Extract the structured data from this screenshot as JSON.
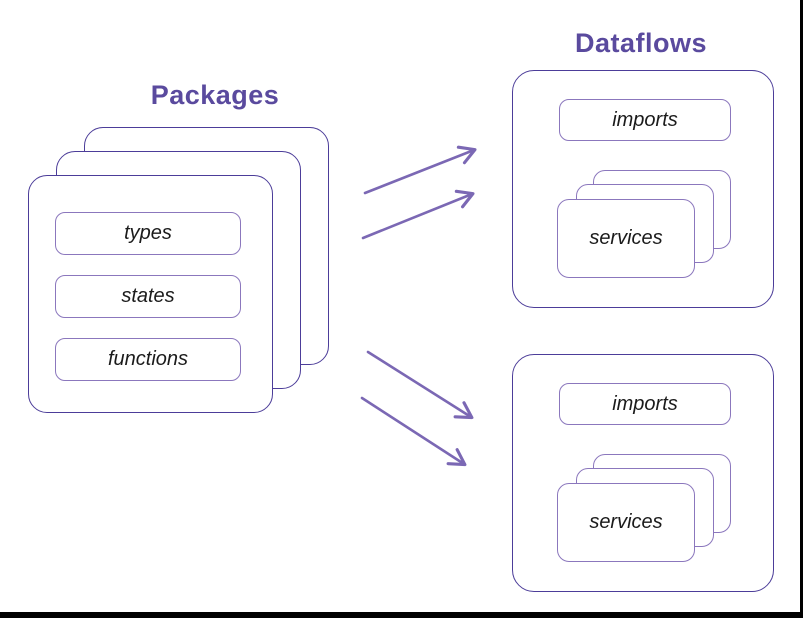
{
  "colors": {
    "title": "#5a4a9e",
    "outer_border": "#4c3d99",
    "inner_border": "#8b77bd",
    "arrow": "#7b68b4",
    "label_text": "#1b1b1b",
    "frame": "#000000"
  },
  "packages": {
    "title": "Packages",
    "items": [
      "types",
      "states",
      "functions"
    ]
  },
  "dataflows": {
    "title": "Dataflows",
    "groups": [
      {
        "imports_label": "imports",
        "services_label": "services"
      },
      {
        "imports_label": "imports",
        "services_label": "services"
      }
    ]
  }
}
